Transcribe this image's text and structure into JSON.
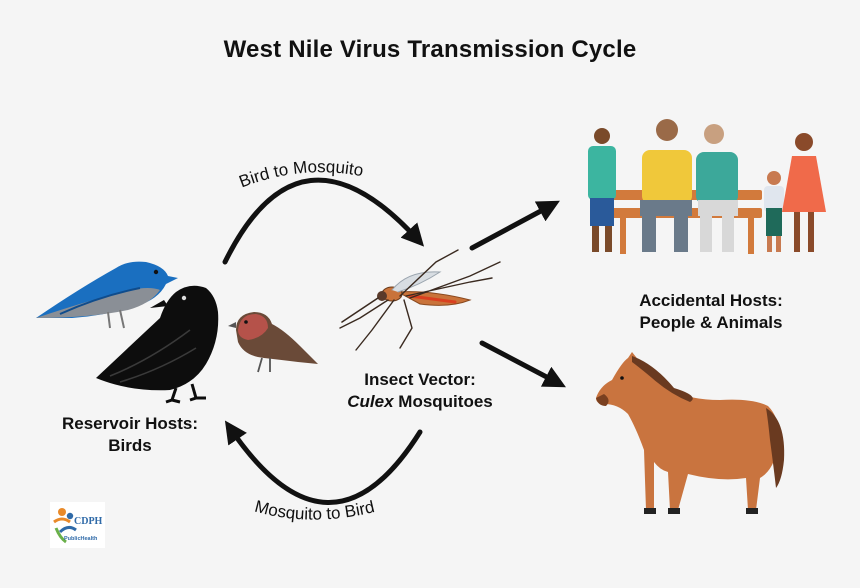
{
  "title": "West Nile Virus Transmission Cycle",
  "arc_labels": {
    "bird_to_mosquito": "Bird to Mosquito",
    "mosquito_to_bird": "Mosquito to Bird"
  },
  "reservoir": {
    "line1": "Reservoir Hosts:",
    "line2": "Birds"
  },
  "vector": {
    "line1": "Insect Vector:",
    "line2_italic": "Culex",
    "line2_rest": " Mosquitoes"
  },
  "accidental": {
    "line1": "Accidental Hosts:",
    "line2": "People & Animals"
  },
  "logo": {
    "name": "CDPH",
    "subtitle": "PublicHealth"
  },
  "colors": {
    "arrow": "#111111",
    "bluebird": "#1a6fc0",
    "crow": "#0d0d0d",
    "finch_head": "#b5524a",
    "horse": "#c9743f",
    "bench": "#d27a3c"
  }
}
